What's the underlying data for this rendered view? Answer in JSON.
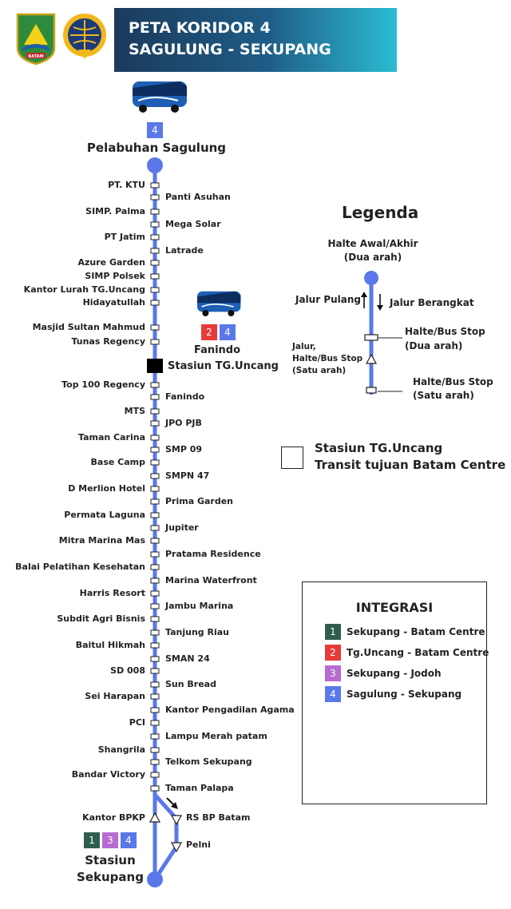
{
  "header": {
    "title_line1": "PETA KORIDOR 4",
    "title_line2": "SAGULUNG - SEKUPANG",
    "logo_batam_text": "BATAM"
  },
  "colors": {
    "route_blue": "#5a78ea",
    "corridor_1": "#2e5e4e",
    "corridor_2": "#e53b3b",
    "corridor_3": "#b86bd0",
    "corridor_4": "#5a78ea",
    "header_dark": "#1b3a5c",
    "header_light": "#2bbcd3"
  },
  "map": {
    "start_badge": "4",
    "start_name": "Pelabuhan Sagulung",
    "stops_left": [
      "PT. KTU",
      "SIMP. Palma",
      "PT Jatim",
      "Azure Garden",
      "SIMP Polsek",
      "Kantor Lurah TG.Uncang",
      "Hidayatullah",
      "Masjid Sultan Mahmud",
      "Tunas Regency",
      "Top 100 Regency",
      "MTS",
      "Taman Carina",
      "Base Camp",
      "D Merlion Hotel",
      "Permata Laguna",
      "Mitra Marina Mas",
      "Balai Pelatihan Kesehatan",
      "Harris Resort",
      "Subdit Agri Bisnis",
      "Baitul Hikmah",
      "SD 008",
      "Sei Harapan",
      "PCI",
      "Shangrila",
      "Bandar Victory",
      "Kantor BPKP"
    ],
    "stops_right": [
      "Panti Asuhan",
      "Mega Solar",
      "Latrade",
      "Fanindo",
      "JPO PJB",
      "SMP 09",
      "SMPN 47",
      "Prima Garden",
      "Jupiter",
      "Pratama Residence",
      "Marina Waterfront",
      "Jambu Marina",
      "Tanjung Riau",
      "SMAN 24",
      "Sun Bread",
      "Kantor Pengadilan Agama",
      "Lampu Merah patam",
      "Telkom Sekupang",
      "Taman Palapa",
      "RS BP Batam",
      "Pelni"
    ],
    "fanindo_badges": [
      "2",
      "4"
    ],
    "fanindo_name": "Fanindo",
    "station_tg_uncang": "Stasiun TG.Uncang",
    "end_badges": [
      "1",
      "3",
      "4"
    ],
    "end_line1": "Stasiun",
    "end_line2": "Sekupang"
  },
  "legend": {
    "title": "Legenda",
    "halte_awal_line1": "Halte Awal/Akhir",
    "halte_awal_line2": "(Dua arah)",
    "jalur_pulang": "Jalur Pulang",
    "jalur_berangkat": "Jalur Berangkat",
    "halte_dua_line1": "Halte/Bus Stop",
    "halte_dua_line2": "(Dua arah)",
    "jalur_satu_line1": "Jalur,",
    "jalur_satu_line2": "Halte/Bus Stop",
    "jalur_satu_line3": "(Satu arah)",
    "halte_satu_line1": "Halte/Bus Stop",
    "halte_satu_line2": "(Satu arah)",
    "transit_line1": "Stasiun TG.Uncang",
    "transit_line2": "Transit tujuan Batam Centre"
  },
  "integrasi": {
    "title": "INTEGRASI",
    "items": [
      {
        "num": "1",
        "label": "Sekupang - Batam Centre"
      },
      {
        "num": "2",
        "label": "Tg.Uncang - Batam Centre"
      },
      {
        "num": "3",
        "label": "Sekupang - Jodoh"
      },
      {
        "num": "4",
        "label": "Sagulung - Sekupang"
      }
    ]
  }
}
